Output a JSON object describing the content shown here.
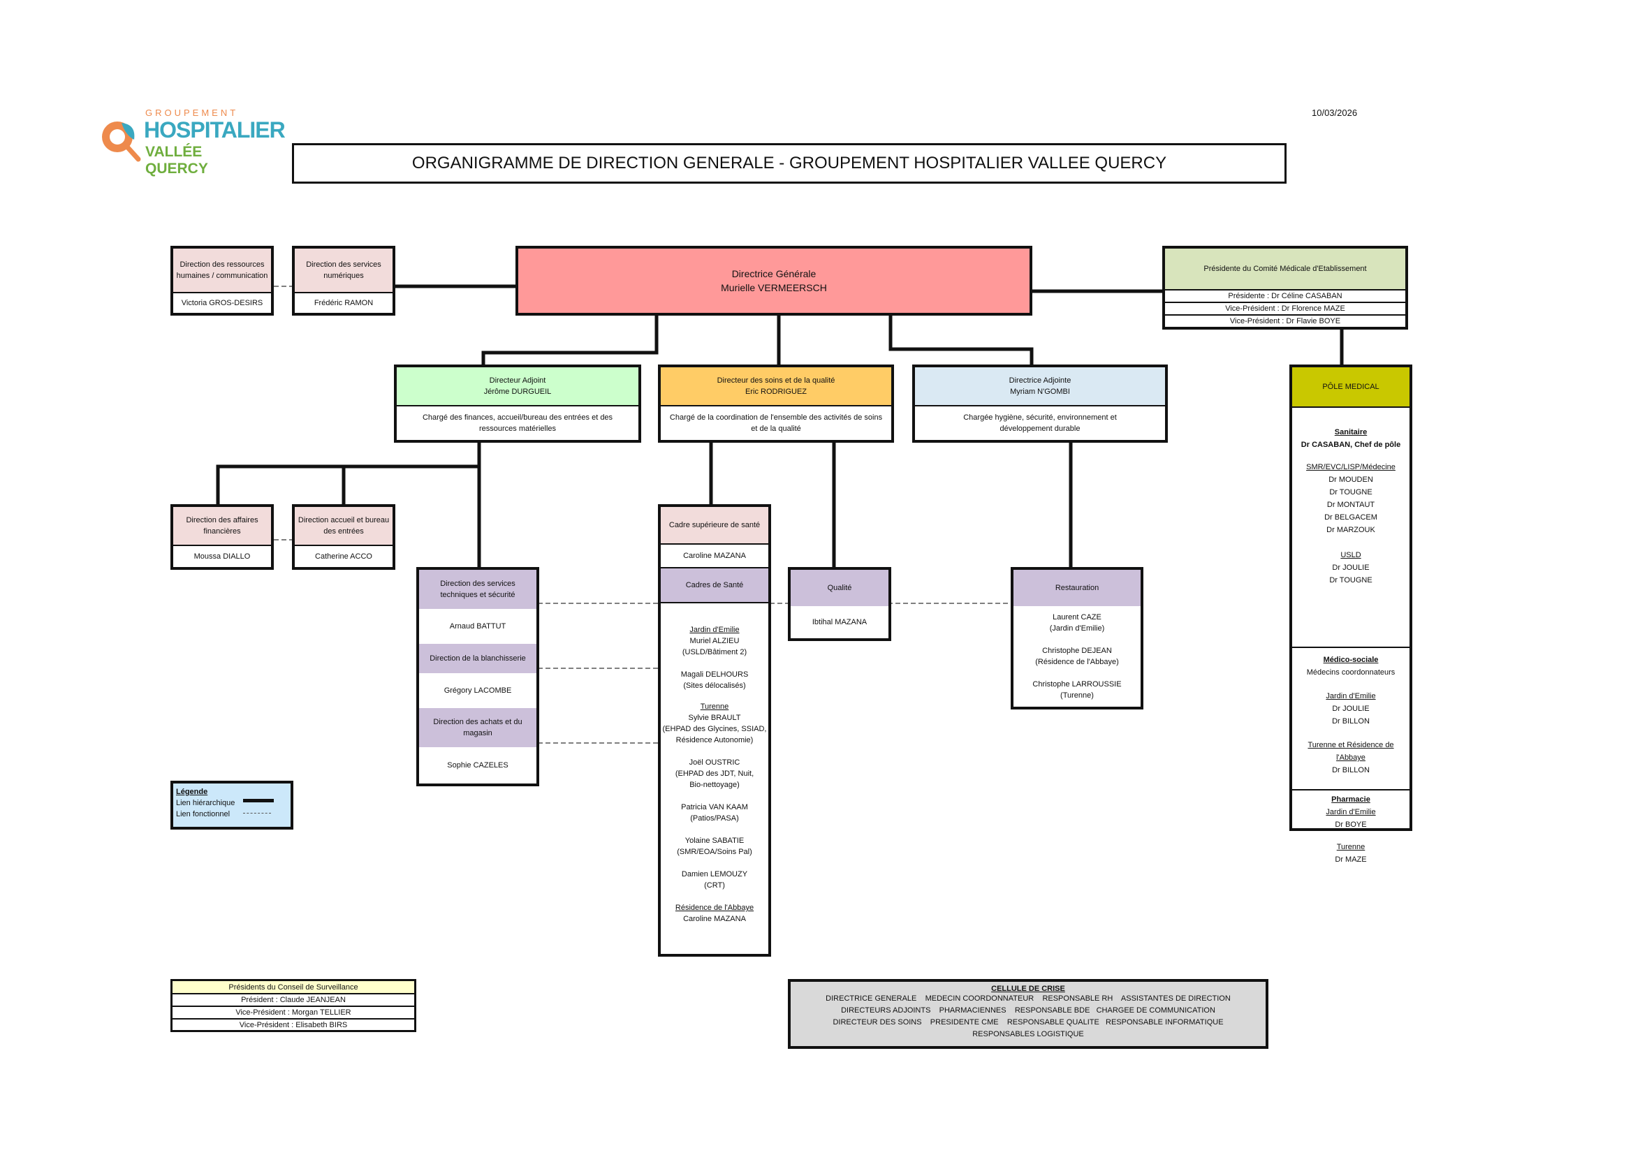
{
  "header": {
    "logo": {
      "line1": "GROUPEMENT",
      "line2": "HOSPITALIER",
      "line3": "VALLÉE QUERCY"
    },
    "date": "10/03/2026",
    "title": "ORGANIGRAMME DE DIRECTION GENERALE - GROUPEMENT HOSPITALIER VALLEE QUERCY"
  },
  "top_left": {
    "rh": {
      "title": "Direction des ressources humaines / communication",
      "name": "Victoria GROS-DESIRS"
    },
    "num": {
      "title": "Direction des services numériques",
      "name": "Frédéric RAMON"
    }
  },
  "dg": {
    "title": "Directrice Générale",
    "name": "Murielle VERMEERSCH"
  },
  "cme": {
    "title": "Présidente du Comité Médicale d'Etablissement",
    "rows": [
      "Présidente : Dr Céline CASABAN",
      "Vice-Président : Dr Florence MAZE",
      "Vice-Président : Dr Flavie BOYE"
    ]
  },
  "adjoints": {
    "durgueil": {
      "title": "Directeur Adjoint",
      "name": "Jérôme DURGUEIL",
      "desc": "Chargé des finances, accueil/bureau des entrées et des ressources matérielles"
    },
    "rodriguez": {
      "title": "Directeur des soins et de la qualité",
      "name": "Eric RODRIGUEZ",
      "desc": "Chargé de la coordination de l'ensemble des activités de soins et de la qualité"
    },
    "ngombi": {
      "title": "Directrice Adjointe",
      "name": "Myriam N'GOMBI",
      "desc": "Chargée hygiène, sécurité, environnement et développement durable"
    }
  },
  "finances": {
    "title": "Direction des affaires financières",
    "name": "Moussa DIALLO"
  },
  "accueil": {
    "title": "Direction accueil et bureau des entrées",
    "name": "Catherine ACCO"
  },
  "tech": {
    "t1": "Direction des services techniques et sécurité",
    "n1": "Arnaud BATTUT",
    "t2": "Direction de la blanchisserie",
    "n2": "Grégory LACOMBE",
    "t3": "Direction des achats et du magasin",
    "n3": "Sophie CAZELES"
  },
  "soins": {
    "cadre_sup": "Cadre supérieure de santé",
    "cadre_sup_name": "Caroline MAZANA",
    "cadres": "Cadres de Santé",
    "groups": [
      {
        "site": "Jardin d'Emilie",
        "lines": [
          "Muriel ALZIEU",
          "(USLD/Bâtiment 2)",
          "",
          "Magali DELHOURS",
          "(Sites délocalisés)"
        ]
      },
      {
        "site": "Turenne",
        "lines": [
          "Sylvie BRAULT",
          "(EHPAD des Glycines, SSIAD,",
          "Résidence Autonomie)",
          "",
          "Joël OUSTRIC",
          "(EHPAD des JDT, Nuit,",
          "Bio-nettoyage)",
          "",
          "Patricia VAN KAAM",
          "(Patios/PASA)",
          "",
          "Yolaine SABATIE",
          "(SMR/EOA/Soins Pal)",
          "",
          "Damien LEMOUZY",
          "(CRT)"
        ]
      },
      {
        "site": "Résidence de l'Abbaye",
        "lines": [
          "Caroline MAZANA"
        ]
      }
    ]
  },
  "qualite": {
    "title": "Qualité",
    "name": "Ibtihal MAZANA"
  },
  "restauration": {
    "title": "Restauration",
    "lines": [
      "Laurent CAZE",
      "(Jardin d'Emilie)",
      "",
      "Christophe DEJEAN",
      "(Résidence de l'Abbaye)",
      "",
      "Christophe LARROUSSIE",
      "(Turenne)"
    ]
  },
  "pole": {
    "title": "PÔLE MEDICAL",
    "sanitaire": {
      "head": "Sanitaire",
      "chef": "Dr CASABAN, Chef de pôle",
      "sub1": "SMR/EVC/LISP/Médecine",
      "docs1": [
        "Dr MOUDEN",
        "Dr TOUGNE",
        "Dr MONTAUT",
        "Dr BELGACEM",
        "Dr MARZOUK"
      ],
      "sub2": "USLD",
      "docs2": [
        "Dr JOULIE",
        "Dr TOUGNE"
      ]
    },
    "medico": {
      "head": "Médico-sociale",
      "sub0": "Médecins coordonnateurs",
      "sub1": "Jardin d'Emilie",
      "docs1": [
        "Dr JOULIE",
        "Dr BILLON"
      ],
      "sub2": "Turenne et Résidence de l'Abbaye",
      "docs2": [
        "Dr BILLON"
      ]
    },
    "pharmacie": {
      "head": "Pharmacie",
      "sub1": "Jardin d'Emilie",
      "docs1": [
        "Dr BOYE"
      ],
      "sub2": "Turenne",
      "docs2": [
        "Dr MAZE"
      ]
    }
  },
  "legende": {
    "title": "Légende",
    "hier": "Lien hiérarchique",
    "fonc": "Lien fonctionnel"
  },
  "conseil": {
    "title": "Présidents du Conseil de Surveillance",
    "rows": [
      "Président : Claude JEANJEAN",
      "Vice-Président : Morgan TELLIER",
      "Vice-Président : Elisabeth BIRS"
    ]
  },
  "crise": {
    "title": "CELLULE DE CRISE",
    "rows": [
      "DIRECTRICE GENERALE    MEDECIN COORDONNATEUR    RESPONSABLE RH    ASSISTANTES DE DIRECTION",
      "DIRECTEURS ADJOINTS    PHARMACIENNES    RESPONSABLE BDE   CHARGEE DE COMMUNICATION",
      "DIRECTEUR DES SOINS    PRESIDENTE CME    RESPONSABLE QUALITE   RESPONSABLE INFORMATIQUE",
      "RESPONSABLES LOGISTIQUE"
    ]
  },
  "colors": {
    "dg": "#ff9999",
    "durgueil": "#ccffcc",
    "rodriguez": "#ffcc66",
    "ngombi": "#dae9f3",
    "cme": "#d8e4bc",
    "pole": "#c9c800",
    "pink": "#f2dcdb",
    "lavender": "#ccc0da",
    "legende": "#cce8fa",
    "conseil": "#ffffcc",
    "crise": "#d9d9d9"
  }
}
